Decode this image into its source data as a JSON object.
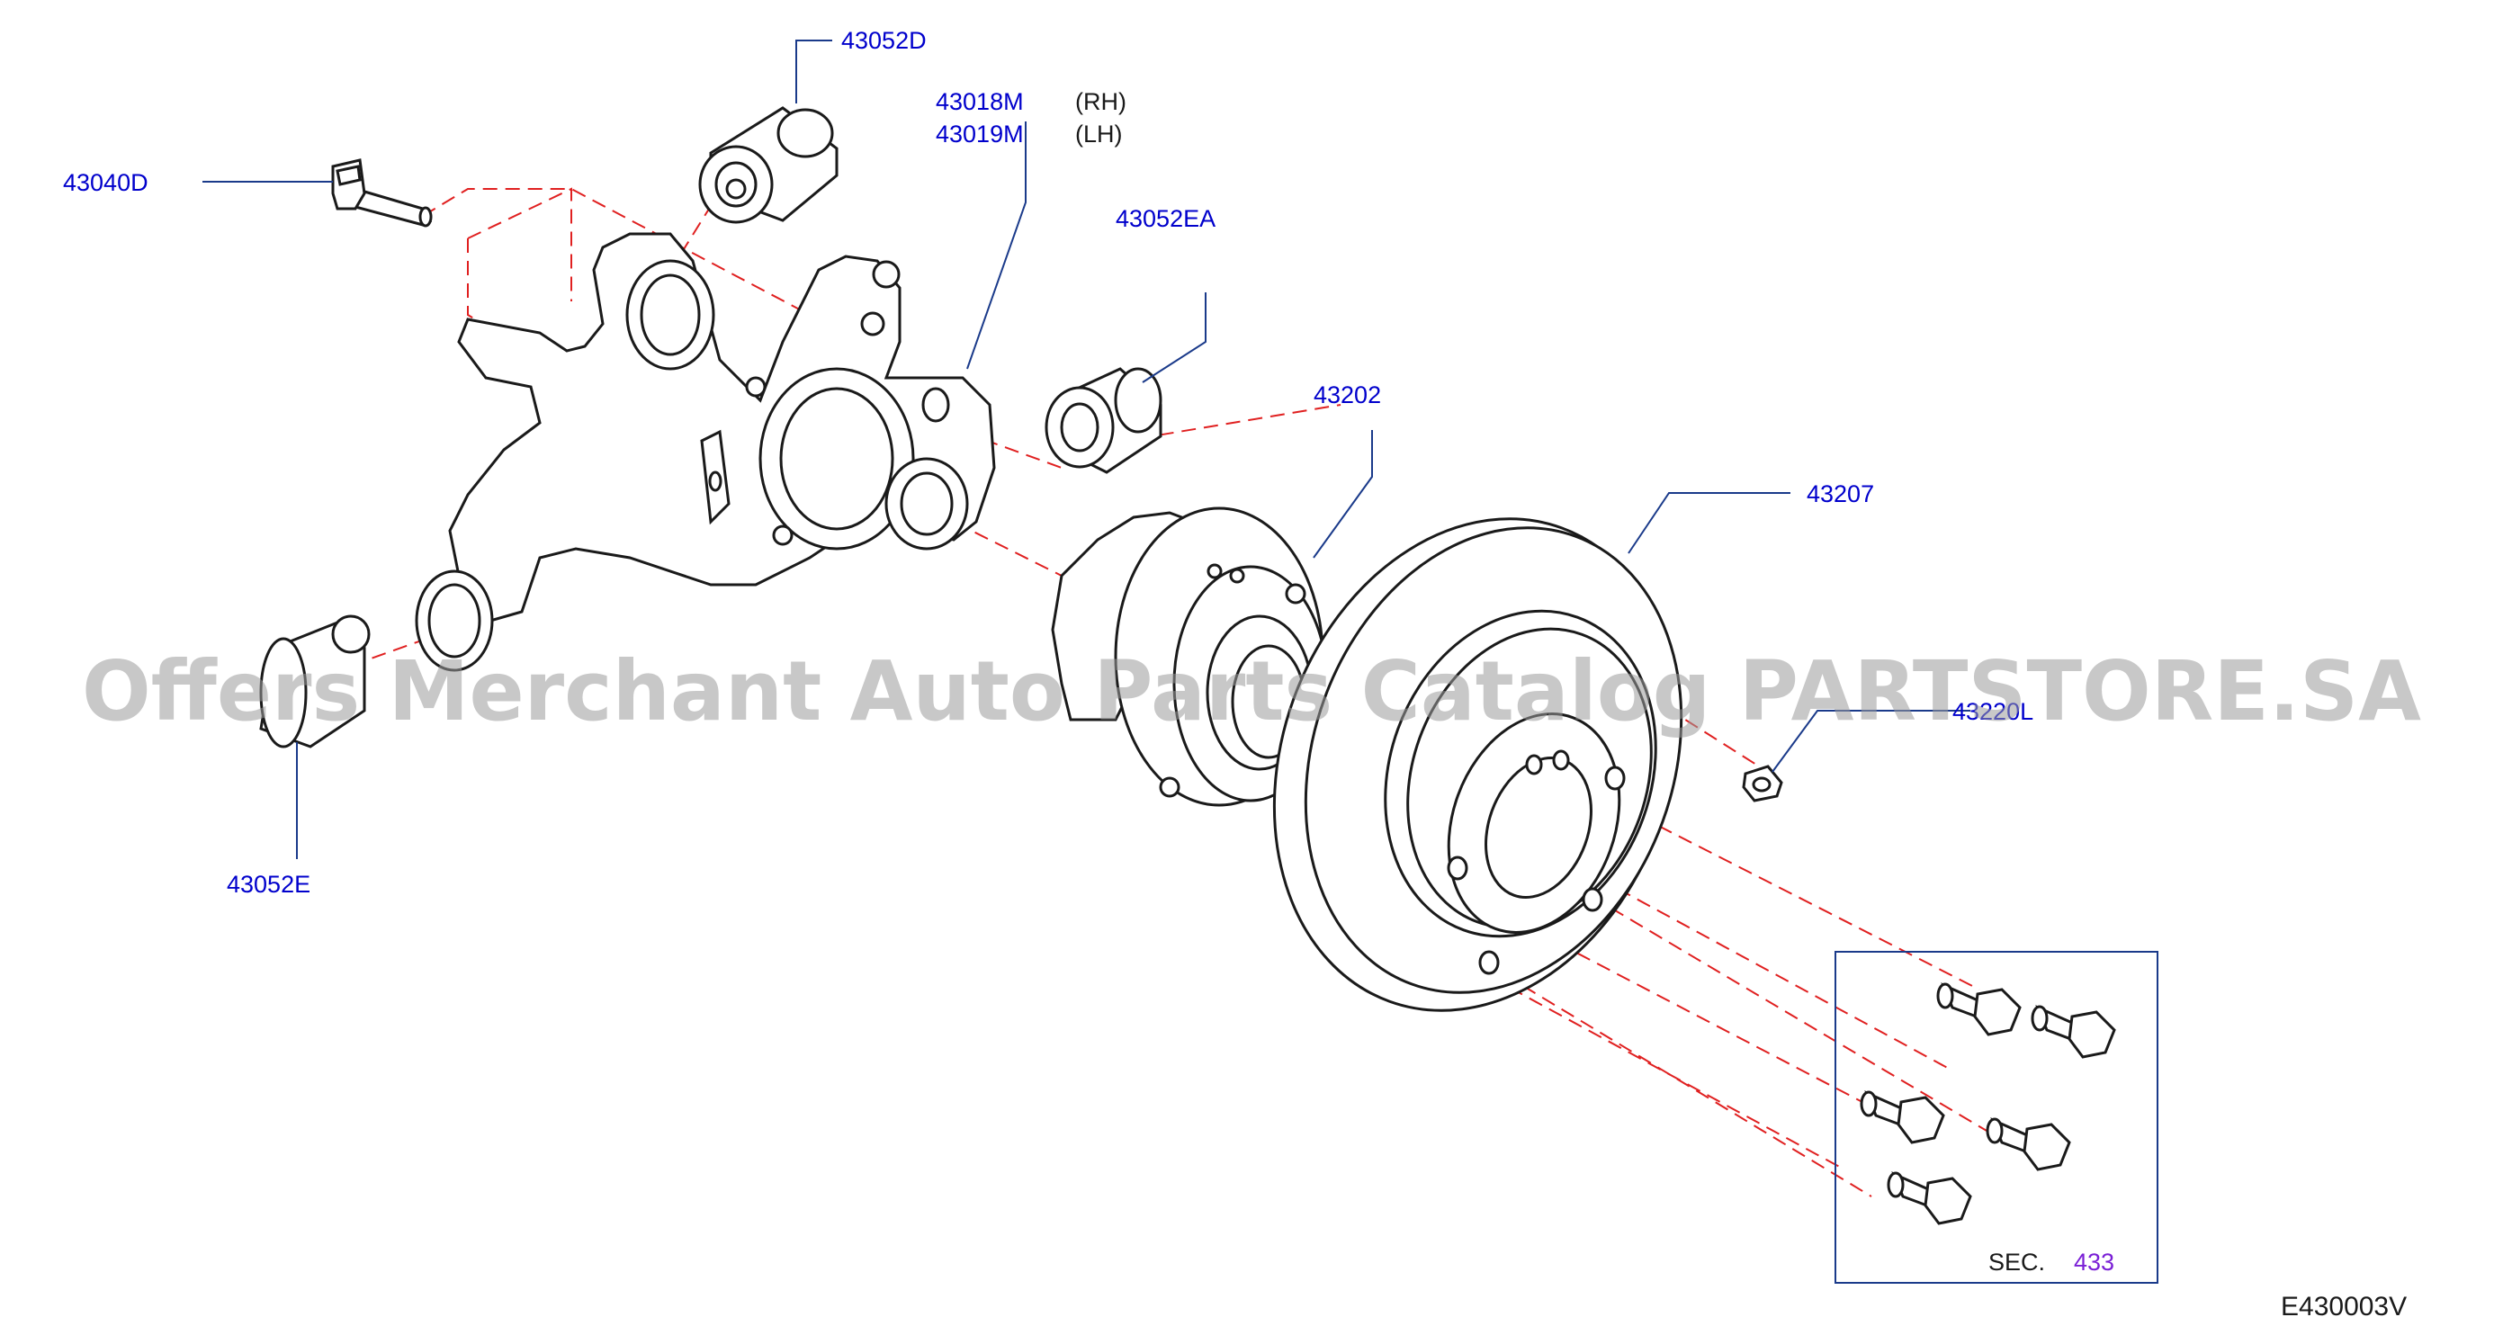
{
  "colors": {
    "part_label": "#0000cc",
    "sec_link": "#7a1fd6",
    "dash": "#e02020",
    "line": "#1a1a1a",
    "leader": "#1a3a8a"
  },
  "labels": {
    "p43052D": "43052D",
    "p43018M": "43018M",
    "rh": "(RH)",
    "p43019M": "43019M",
    "lh": "(LH)",
    "p43040D": "43040D",
    "p43052EA": "43052EA",
    "p43202": "43202",
    "p43207": "43207",
    "p43220L": "43220L",
    "p43052E": "43052E",
    "sec_prefix": "SEC.",
    "sec_number": "433",
    "diagram_code": "E430003V"
  },
  "watermark": "Offers Merchant Auto Parts Catalog PARTSTORE.SA"
}
